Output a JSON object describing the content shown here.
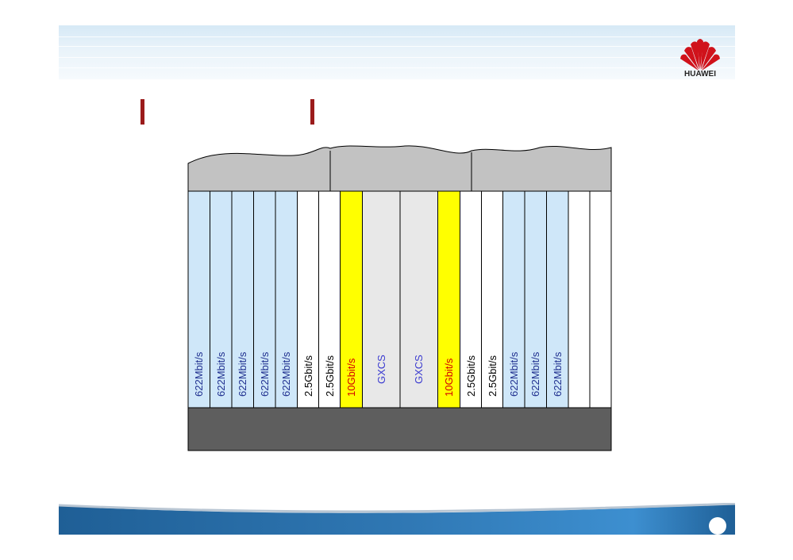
{
  "brand": {
    "name": "HUAWEI"
  },
  "colors": {
    "slot_622": "#cfe7f9",
    "slot_25": "#ffffff",
    "slot_10g": "#ffff00",
    "slot_gxcs": "#e8e8e8",
    "text_622": "#1f2f8f",
    "text_25": "#000000",
    "text_10g": "#d40000",
    "text_gxcs": "#3b3bd0",
    "backplane": "#5e5e5e",
    "top_panel": "#c2c2c2",
    "title_marker": "#9b1b1b"
  },
  "slots": [
    {
      "label": "622Mbit/s",
      "type": "622"
    },
    {
      "label": "622Mbit/s",
      "type": "622"
    },
    {
      "label": "622Mbit/s",
      "type": "622"
    },
    {
      "label": "622Mbit/s",
      "type": "622"
    },
    {
      "label": "622Mbit/s",
      "type": "622"
    },
    {
      "label": "2.5Gbit/s",
      "type": "25"
    },
    {
      "label": "2.5Gbit/s",
      "type": "25"
    },
    {
      "label": "10Gbit/s",
      "type": "10g"
    },
    {
      "label": "GXCS",
      "type": "gxcs"
    },
    {
      "label": "GXCS",
      "type": "gxcs"
    },
    {
      "label": "10Gbit/s",
      "type": "10g"
    },
    {
      "label": "2.5Gbit/s",
      "type": "25"
    },
    {
      "label": "2.5Gbit/s",
      "type": "25"
    },
    {
      "label": "622Mbit/s",
      "type": "622"
    },
    {
      "label": "622Mbit/s",
      "type": "622"
    },
    {
      "label": "622Mbit/s",
      "type": "622"
    },
    {
      "label": "",
      "type": "25"
    },
    {
      "label": "",
      "type": "25"
    }
  ]
}
